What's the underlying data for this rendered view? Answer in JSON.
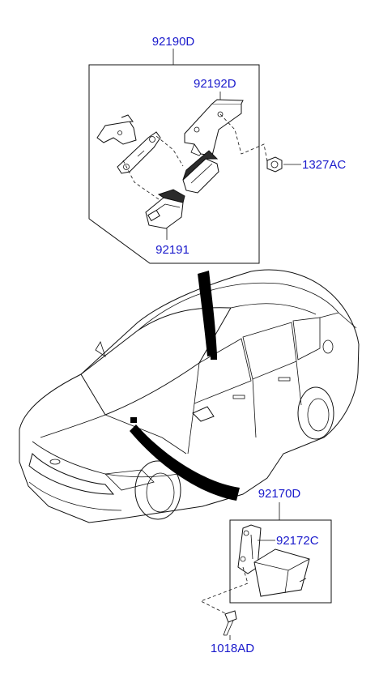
{
  "callouts": {
    "sensor_assembly": "92190D",
    "bracket": "92192D",
    "nut": "1327AC",
    "sensor": "92191",
    "module_assembly": "92170D",
    "module_bracket": "92172C",
    "screw": "1018AD"
  },
  "colors": {
    "callout_text": "#1a1acc",
    "line_art": "#111111",
    "arrow_fill": "#000000"
  }
}
